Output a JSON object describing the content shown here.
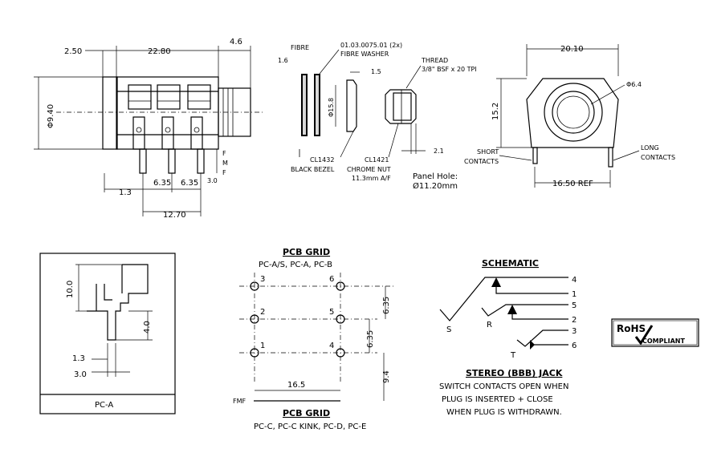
{
  "side_view": {
    "dims": {
      "left_offset": "2.50",
      "body_length": "22.80",
      "thread_len": "4.6",
      "height": "Φ9.40",
      "pin_offset": "1.3",
      "pitch_a": "6.35",
      "pitch_b": "6.35",
      "pin_end": "3.0",
      "total_pins": "12.70"
    },
    "fmf_letters": [
      "F",
      "M",
      "F"
    ]
  },
  "exploded_view": {
    "fibre_label_partial": "FIBRE",
    "washer_label_1": "01.03.0075.01 (2x)",
    "washer_label_2": "FIBRE WASHER",
    "dim_washer": "1.6",
    "dim_bezel_depth": "1.5",
    "dim_bezel_dia": "Φ15.8",
    "thread_label_1": "THREAD",
    "thread_label_2": "3/8\" BSF x 20 TPI",
    "bezel_code": "CL1432",
    "bezel_name": "BLACK BEZEL",
    "nut_code": "CL1421",
    "nut_name": "CHROME NUT",
    "nut_size": "11.3mm A/F",
    "dim_nut": "2.1",
    "panel_hole_1": "Panel Hole:",
    "panel_hole_2": "Ø11.20mm"
  },
  "front_view": {
    "width": "20.10",
    "hole": "Φ6.4",
    "height": "15.2",
    "short_contacts_1": "SHORT",
    "short_contacts_2": "CONTACTS",
    "long_contacts_1": "LONG",
    "long_contacts_2": "CONTACTS",
    "ref": "16.50 REF"
  },
  "pca_view": {
    "dim_10": "10.0",
    "dim_4": "4.0",
    "dim_13": "1.3",
    "dim_30": "3.0",
    "label": "PC-A"
  },
  "pcb_grid": {
    "title_top": "PCB GRID",
    "subtitle_top": "PC-A/S, PC-A, PC-B",
    "pins": [
      "3",
      "6",
      "2",
      "5",
      "1",
      "4"
    ],
    "dim_635_right": "6.35",
    "dim_635_mid": "6.35",
    "dim_165": "16.5",
    "dim_94": "9.4",
    "fmf": "FMF",
    "title_bottom": "PCB GRID",
    "subtitle_bottom": "PC-C, PC-C KINK, PC-D, PC-E"
  },
  "schematic": {
    "title": "SCHEMATIC",
    "contacts": [
      "4",
      "1",
      "5",
      "2",
      "3",
      "6"
    ],
    "s": "S",
    "r": "R",
    "t": "T",
    "caption_1": "STEREO (BBB) JACK",
    "caption_2": "SWITCH CONTACTS OPEN WHEN",
    "caption_3": "PLUG IS INSERTED + CLOSE",
    "caption_4": "WHEN PLUG IS WITHDRAWN."
  },
  "rohs": {
    "line1": "RoHS",
    "line2": "COMPLIANT"
  }
}
